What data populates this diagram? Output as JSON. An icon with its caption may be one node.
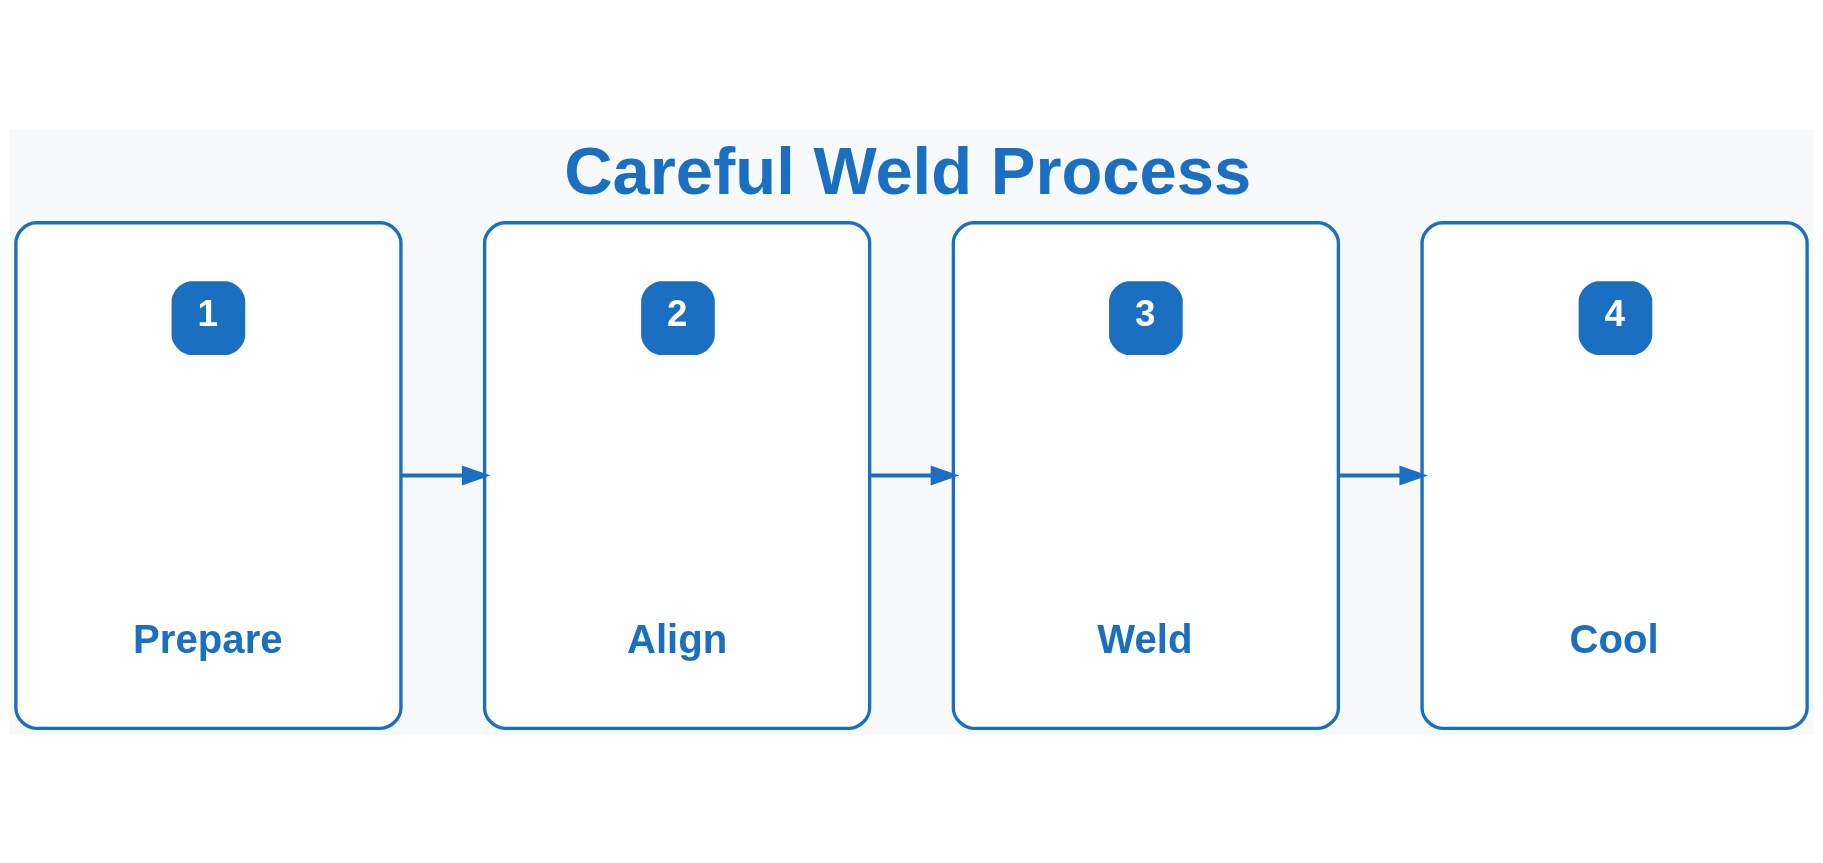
{
  "diagram": {
    "title": "Careful Weld Process",
    "nodes": [
      {
        "text": [
          "1",
          "Prepare"
        ]
      },
      {
        "text": [
          "2",
          "Align"
        ]
      },
      {
        "text": [
          "3",
          "Weld"
        ]
      },
      {
        "text": [
          "4",
          "Cool"
        ]
      }
    ],
    "edges": [
      {
        "from": 0,
        "to": 1,
        "arrow": "to"
      },
      {
        "from": 1,
        "to": 2,
        "arrow": "to"
      },
      {
        "from": 2,
        "to": 3,
        "arrow": "to"
      }
    ]
  }
}
